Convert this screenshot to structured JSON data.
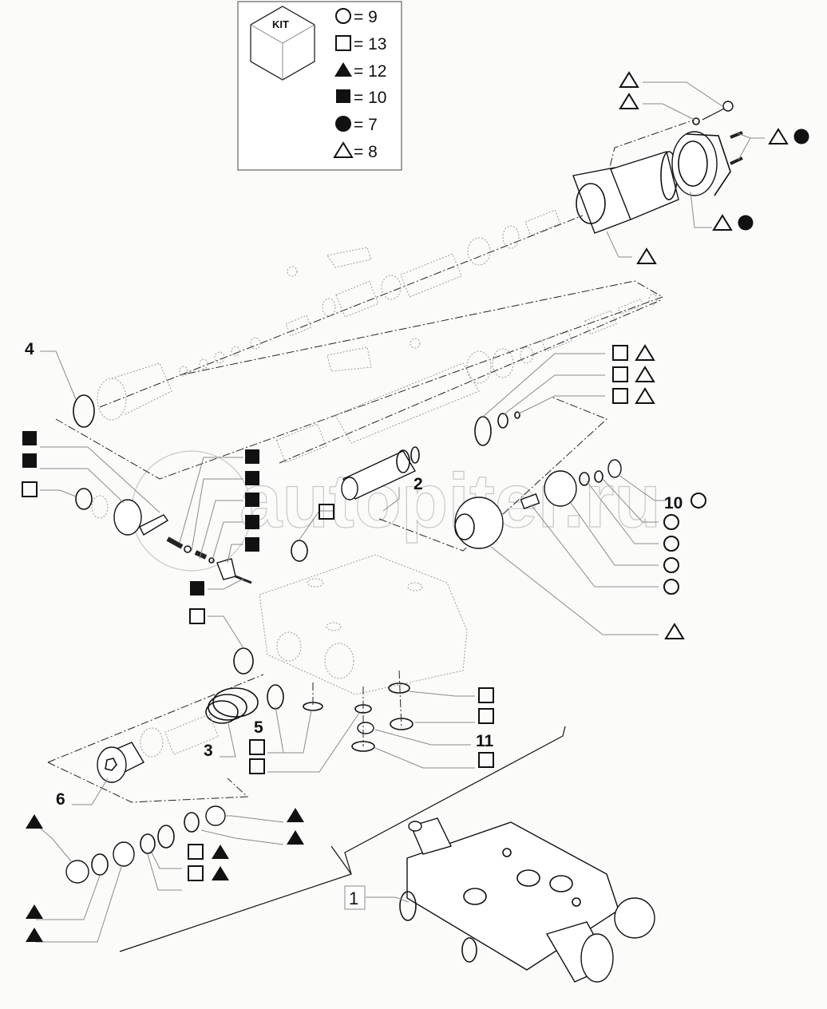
{
  "kit_legend": {
    "title": "KIT",
    "entries": [
      {
        "symbol": "open-circle",
        "count": "= 9"
      },
      {
        "symbol": "open-square",
        "count": "= 13"
      },
      {
        "symbol": "filled-triangle",
        "count": "= 12"
      },
      {
        "symbol": "filled-square",
        "count": "= 10"
      },
      {
        "symbol": "filled-circle",
        "count": "= 7"
      },
      {
        "symbol": "open-triangle",
        "count": "= 8"
      }
    ]
  },
  "part_numbers": {
    "p1": "1",
    "p2": "2",
    "p3": "3",
    "p4": "4",
    "p5": "5",
    "p6": "6",
    "p10": "10",
    "p11": "11"
  },
  "callouts": [
    {
      "id": "bolt",
      "symbols": [
        "open-triangle"
      ]
    },
    {
      "id": "washer",
      "symbols": [
        "open-triangle"
      ]
    },
    {
      "id": "screws",
      "symbols": [
        "open-triangle",
        "filled-circle"
      ]
    },
    {
      "id": "cap",
      "symbols": [
        "open-triangle",
        "filled-circle"
      ]
    },
    {
      "id": "housing",
      "symbols": [
        "open-triangle"
      ]
    },
    {
      "id": "seal-a",
      "symbols": [
        "open-square",
        "open-triangle"
      ]
    },
    {
      "id": "seal-b",
      "symbols": [
        "open-square",
        "open-triangle"
      ]
    },
    {
      "id": "seal-c",
      "symbols": [
        "open-square",
        "open-triangle"
      ]
    },
    {
      "id": "detent-1",
      "symbols": [
        "filled-square"
      ]
    },
    {
      "id": "detent-2",
      "symbols": [
        "filled-square"
      ]
    },
    {
      "id": "detent-ring",
      "symbols": [
        "open-square"
      ]
    },
    {
      "id": "detent-r1",
      "symbols": [
        "filled-square"
      ]
    },
    {
      "id": "detent-r2",
      "symbols": [
        "filled-square"
      ]
    },
    {
      "id": "detent-r3",
      "symbols": [
        "filled-square"
      ]
    },
    {
      "id": "detent-r4",
      "symbols": [
        "filled-square"
      ]
    },
    {
      "id": "detent-r5",
      "symbols": [
        "filled-square"
      ]
    },
    {
      "id": "pin",
      "symbols": [
        "filled-square"
      ]
    },
    {
      "id": "body-oring",
      "symbols": [
        "open-square"
      ]
    },
    {
      "id": "spool-oring",
      "symbols": [
        "open-square"
      ]
    },
    {
      "id": "relief-10",
      "symbols": [
        "open-circle"
      ]
    },
    {
      "id": "relief-a",
      "symbols": [
        "open-circle"
      ]
    },
    {
      "id": "relief-b",
      "symbols": [
        "open-circle"
      ]
    },
    {
      "id": "relief-c",
      "symbols": [
        "open-circle"
      ]
    },
    {
      "id": "relief-d",
      "symbols": [
        "open-circle"
      ]
    },
    {
      "id": "relief-body",
      "symbols": [
        "open-triangle"
      ]
    },
    {
      "id": "port-a",
      "symbols": [
        "open-square"
      ]
    },
    {
      "id": "port-b",
      "symbols": [
        "open-square"
      ]
    },
    {
      "id": "port-c",
      "symbols": [
        "open-square"
      ]
    },
    {
      "id": "bottom-a",
      "symbols": [
        "open-square"
      ]
    },
    {
      "id": "bottom-b",
      "symbols": [
        "open-square"
      ]
    },
    {
      "id": "check-a",
      "symbols": [
        "filled-triangle"
      ]
    },
    {
      "id": "check-b",
      "symbols": [
        "filled-triangle"
      ]
    },
    {
      "id": "check-c",
      "symbols": [
        "open-square",
        "filled-triangle"
      ]
    },
    {
      "id": "check-d",
      "symbols": [
        "open-square",
        "filled-triangle"
      ]
    },
    {
      "id": "check-cap",
      "symbols": [
        "filled-triangle"
      ]
    },
    {
      "id": "check-ring",
      "symbols": [
        "filled-triangle"
      ]
    },
    {
      "id": "check-seat",
      "symbols": [
        "filled-triangle"
      ]
    }
  ],
  "watermark": "autopiter.ru"
}
